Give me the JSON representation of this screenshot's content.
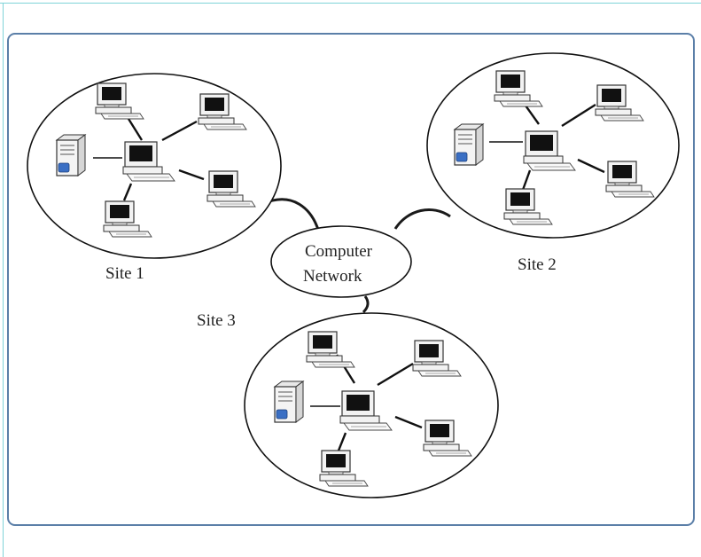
{
  "diagram": {
    "sites": [
      {
        "label": "Site 1"
      },
      {
        "label": "Site 2"
      },
      {
        "label": "Site 3"
      }
    ],
    "network": {
      "line1": "Computer",
      "line2": "Network"
    }
  },
  "colors": {
    "frame": "#5b7fa8",
    "accent_rule": "#7fd3d8",
    "server_badge": "#3a6fc4",
    "stroke": "#1a1a1a"
  }
}
